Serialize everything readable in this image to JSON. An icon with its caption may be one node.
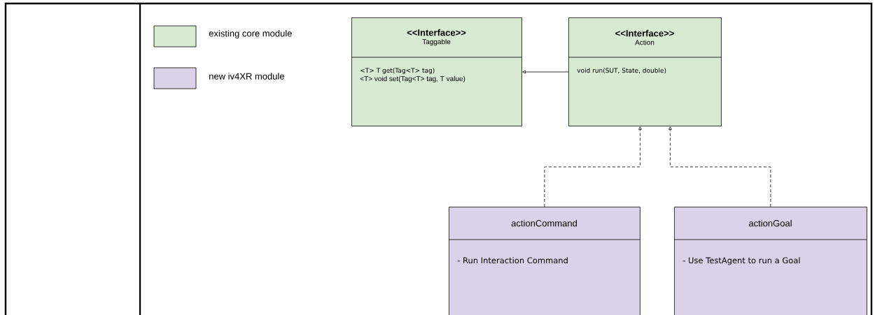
{
  "diagram": {
    "nodes": [
      {
        "text": [
          "<<Interface>>",
          "Taggable",
          "<T> T get(Tag<T> tag)",
          "<T> void set(Tag<T> tag, T value)"
        ]
      },
      {
        "text": [
          "<<Interface>>",
          "Action",
          "void run(SUT, State, double)"
        ]
      },
      {
        "text": [
          "actionCommand",
          "- Run Interaction Command"
        ]
      },
      {
        "text": [
          "actionGoal",
          "- Use TestAgent to run a Goal"
        ]
      }
    ],
    "edges": [
      {
        "from": 1,
        "to": 0,
        "arrow": "to"
      },
      {
        "from": 2,
        "to": 1,
        "arrow": "to",
        "style": "dashed"
      },
      {
        "from": 3,
        "to": 1,
        "arrow": "to",
        "style": "dashed"
      }
    ],
    "legend": [
      {
        "text": "existing core module",
        "color": "#d9ead3"
      },
      {
        "text": "new iv4XR module",
        "color": "#d9d2e9"
      }
    ]
  }
}
